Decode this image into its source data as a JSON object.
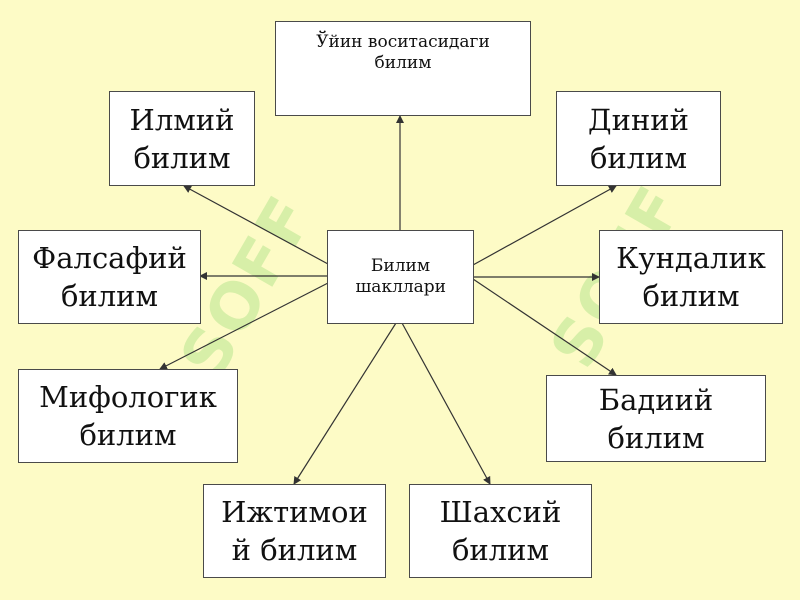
{
  "watermark": {
    "brand": "SOFF",
    "color": "#7cd25a"
  },
  "colors": {
    "background": "#fdfbc6",
    "box_fill": "#ffffff",
    "line": "#333333"
  },
  "diagram": {
    "center": "Билим шакллари",
    "nodes": {
      "top": "Ўйин воситасидаги билим",
      "ilmiy": "Илмий билим",
      "diniy": "Диний билим",
      "falsafiy": "Фалсафий билим",
      "kundalik": "Кундалик билим",
      "mifologik": "Мифологик билим",
      "badiiy": "Бадиий билим",
      "ijtimoiy": "Ижтимои й билим",
      "shaxsiy": "Шахсий билим"
    }
  }
}
